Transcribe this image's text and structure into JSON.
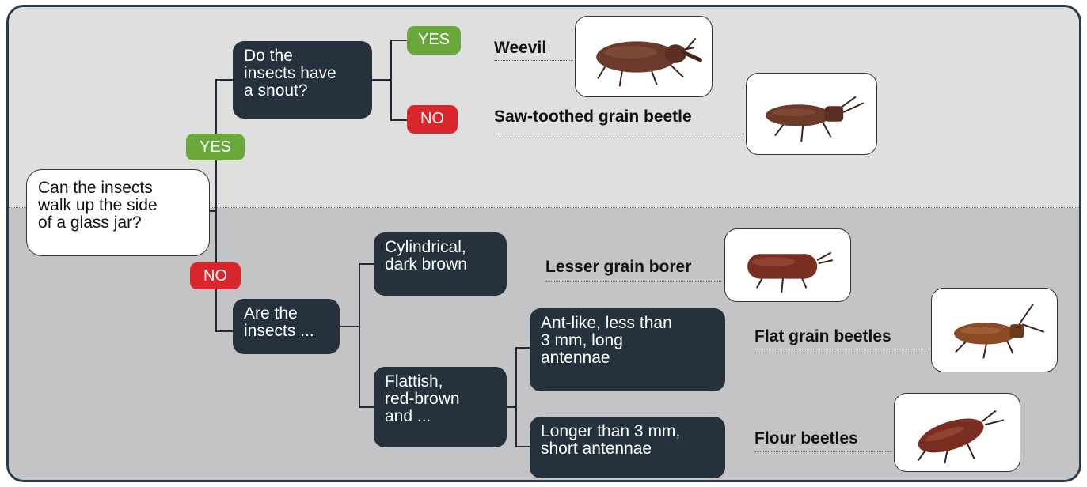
{
  "questions": {
    "root": "Can the insects\nwalk up the side\nof a glass jar?",
    "snout": "Do the\ninsects have\na snout?",
    "are_insects": "Are the\ninsects ...",
    "cylindrical": "Cylindrical,\ndark brown",
    "flattish": "Flattish,\nred-brown\nand ...",
    "antlike": "Ant-like, less than\n3 mm, long\nantennae",
    "longer": "Longer than 3 mm,\nshort antennae"
  },
  "badges": {
    "root_yes": "YES",
    "root_no": "NO",
    "snout_yes": "YES",
    "snout_no": "NO"
  },
  "results": {
    "weevil": "Weevil",
    "saw_toothed": "Saw-toothed grain beetle",
    "lesser_borer": "Lesser grain borer",
    "flat_grain": "Flat grain beetles",
    "flour": "Flour beetles"
  },
  "colors": {
    "node_dark": "#25313c",
    "yes_green": "#6aa83c",
    "no_red": "#d8262c",
    "band_top": "#dfdfe0",
    "band_bottom": "#c4c4c7",
    "beetle_brown": "#6b3a2a"
  }
}
